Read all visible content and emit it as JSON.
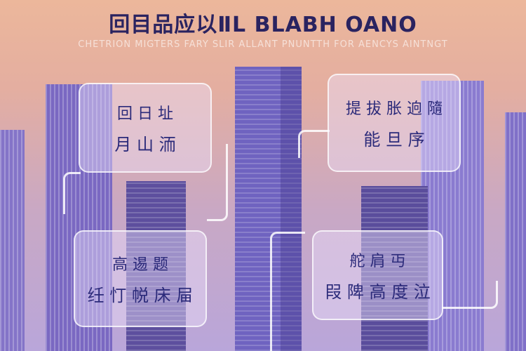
{
  "header": {
    "title": "回目品应以ⅡL BLABH OANO",
    "subtitle": "CHETRION MIGTERS FARY SLIR ALLANT PNUNTTH FOR AENCYS AINTNGT"
  },
  "cards": [
    {
      "line1": "回 日 址",
      "line2": "月 山 洏"
    },
    {
      "line1": "提 拔 胀 逈 隨",
      "line2": "能 旦 序"
    },
    {
      "line1": "高 逷 题",
      "line2": "纴 忊 帨 床 屇"
    },
    {
      "line1": "舵 肩 丏",
      "line2": "叚 陴 高 度 泣"
    }
  ]
}
